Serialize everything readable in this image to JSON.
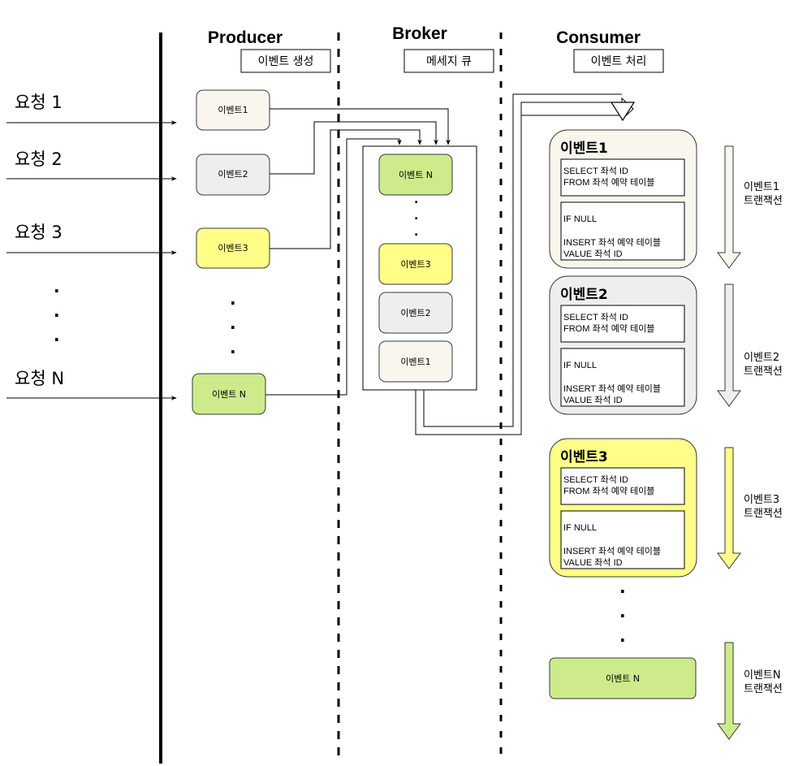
{
  "headers": {
    "producer": "Producer",
    "broker": "Broker",
    "consumer": "Consumer"
  },
  "subheaders": {
    "producer": "이벤트 생성",
    "broker": "메세지 큐",
    "consumer": "이벤트 처리"
  },
  "requests": [
    "요청 1",
    "요청 2",
    "요청 3",
    "요청 N"
  ],
  "ellipsis": ".",
  "producer_events": [
    "이벤트1",
    "이벤트2",
    "이벤트3",
    "이벤트 N"
  ],
  "queue_events": [
    "이벤트 N",
    "이벤트3",
    "이벤트2",
    "이벤트1"
  ],
  "consumer_events": [
    {
      "title": "이벤트1",
      "select_1": "SELECT 좌석 ID",
      "select_2": "FROM  좌석 예약 테이블",
      "insert_1": "IF NULL",
      "insert_2": "INSERT  좌석 예약 테이블",
      "insert_3": "VALUE 좌석 ID",
      "tx_1": "이벤트1",
      "tx_2": "트랜잭션"
    },
    {
      "title": "이벤트2",
      "select_1": "SELECT 좌석 ID",
      "select_2": "FROM  좌석 예약 테이블",
      "insert_1": "IF NULL",
      "insert_2": "INSERT  좌석 예약 테이블",
      "insert_3": "VALUE 좌석 ID",
      "tx_1": "이벤트2",
      "tx_2": "트랜잭션"
    },
    {
      "title": "이벤트3",
      "select_1": "SELECT 좌석 ID",
      "select_2": "FROM  좌석 예약 테이블",
      "insert_1": "IF NULL",
      "insert_2": "INSERT  좌석 예약 테이블",
      "insert_3": "VALUE 좌석 ID",
      "tx_1": "이벤트3",
      "tx_2": "트랜잭션"
    }
  ],
  "consumer_event_n": {
    "label": "이벤트 N",
    "tx_1": "이벤트N",
    "tx_2": "트랜잭션"
  },
  "colors": {
    "event1": "#f9f7ed",
    "event2": "#eeeeee",
    "event3": "#ffff88",
    "eventN": "#cdeb8b",
    "stroke": "#36393d"
  }
}
